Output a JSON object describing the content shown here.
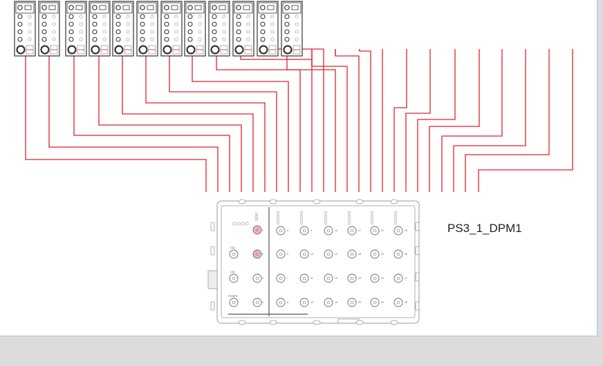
{
  "diagram": {
    "label": "PS3_1_DPM1",
    "io_module_count": 12,
    "spare_drop_count": 12,
    "colors": {
      "wire": "#e0202a",
      "outline": "#333333",
      "device_line": "#9a9a9a",
      "highlight_port": "#f5b8bd"
    },
    "device": {
      "label_power": "POWER",
      "label_x2a": "X2A",
      "label_x3a": "X3A",
      "port_numbers": [
        "1",
        "2",
        "3",
        "4",
        "5",
        "6",
        "7",
        "8",
        "9",
        "10",
        "11",
        "12",
        "13",
        "14",
        "15",
        "16",
        "17",
        "18",
        "19",
        "20",
        "21",
        "22",
        "23",
        "24",
        "25",
        "26",
        "27",
        "28"
      ]
    }
  }
}
